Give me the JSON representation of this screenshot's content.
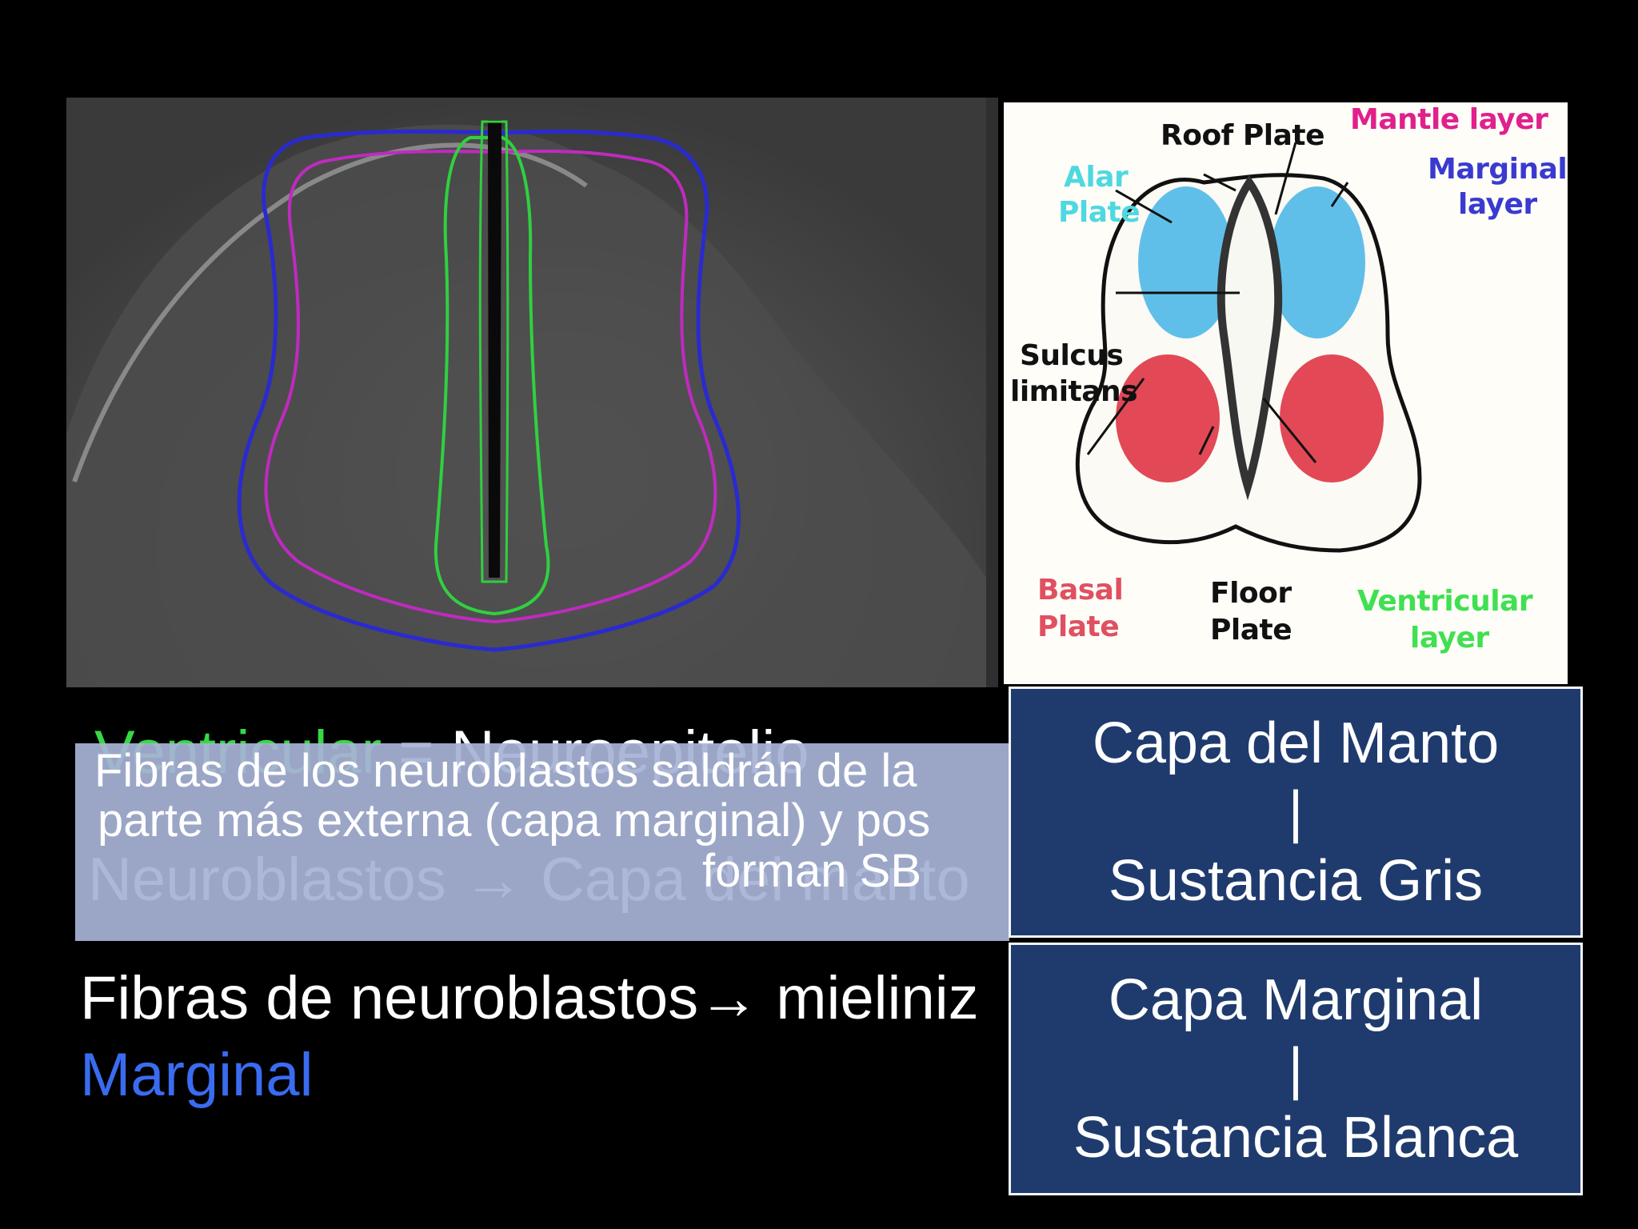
{
  "slide": {
    "background": "#000000"
  },
  "sem_image": {
    "description": "SEM cross-section of neural tube with colored layer outlines",
    "outline_colors": {
      "marginal": "#2a2ad0",
      "mantle": "#c02ac0",
      "ventricular": "#30d040"
    }
  },
  "diagram": {
    "labels": {
      "roof_plate": "Roof Plate",
      "mantle_layer": "Mantle layer",
      "marginal_layer_1": "Marginal",
      "marginal_layer_2": "layer",
      "alar_plate_1": "Alar",
      "alar_plate_2": "Plate",
      "sulcus_1": "Sulcus",
      "sulcus_2": "limitans",
      "basal_plate_1": "Basal",
      "basal_plate_2": "Plate",
      "floor_plate_1": "Floor",
      "floor_plate_2": "Plate",
      "ventricular_1": "Ventricular",
      "ventricular_2": "layer"
    },
    "colors": {
      "roof_plate": "#111111",
      "mantle_layer": "#e0208c",
      "marginal_layer": "#3a3ad0",
      "alar_plate": "#4fd8e0",
      "sulcus": "#111111",
      "basal_plate": "#e05060",
      "floor_plate": "#111111",
      "ventricular": "#40e050"
    }
  },
  "background_text": {
    "line1_green": "Ventricular",
    "line1_rest": " = Neuroepitelio",
    "line2": "Neuroblastos → Capa del manto"
  },
  "overlay": {
    "line1": "Fibras de los neuroblastos saldrán de la",
    "line2": "parte más externa (capa marginal) y pos",
    "line3": "forman SB"
  },
  "bottom_text": {
    "line1": "Fibras de neuroblastos→ mieliniz",
    "line2": "Marginal"
  },
  "right_boxes": [
    {
      "top": "Capa del Manto",
      "separator": "|",
      "bottom": "Sustancia Gris"
    },
    {
      "top": "Capa Marginal",
      "separator": "|",
      "bottom": "Sustancia Blanca"
    }
  ]
}
